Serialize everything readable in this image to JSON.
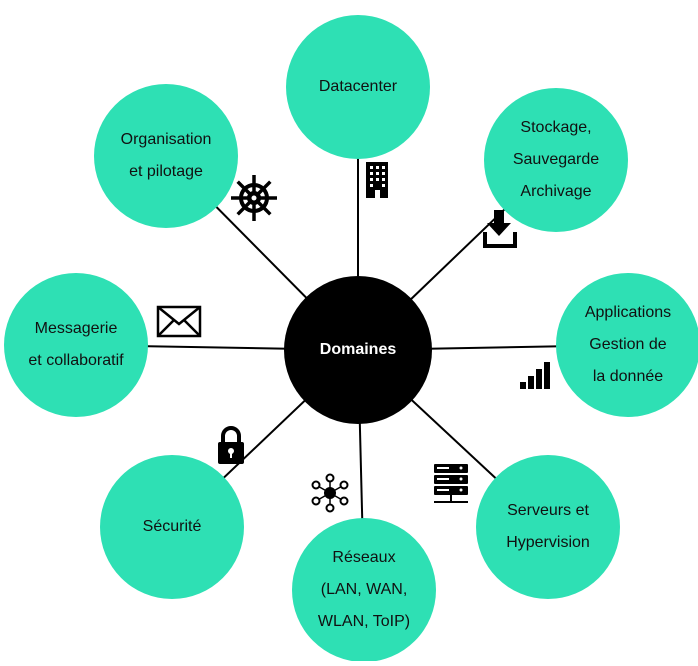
{
  "center": {
    "label": "Domaines"
  },
  "domains": [
    {
      "lines": [
        "Datacenter"
      ],
      "icon": "building-icon"
    },
    {
      "lines": [
        "Stockage,",
        "Sauvegarde",
        "Archivage"
      ],
      "icon": "download-icon"
    },
    {
      "lines": [
        "Applications",
        "Gestion de",
        "la donnée"
      ],
      "icon": "signal-bars-icon"
    },
    {
      "lines": [
        "Serveurs et",
        "Hypervision"
      ],
      "icon": "server-icon"
    },
    {
      "lines": [
        "Réseaux",
        "(LAN, WAN,",
        "WLAN, ToIP)"
      ],
      "icon": "network-icon"
    },
    {
      "lines": [
        "Sécurité"
      ],
      "icon": "lock-icon"
    },
    {
      "lines": [
        "Messagerie",
        "et collaboratif"
      ],
      "icon": "envelope-icon"
    },
    {
      "lines": [
        "Organisation",
        "et pilotage"
      ],
      "icon": "ship-wheel-icon"
    }
  ],
  "colors": {
    "node_fill": "#2ee0b4",
    "center_fill": "#000000",
    "line": "#000000"
  }
}
